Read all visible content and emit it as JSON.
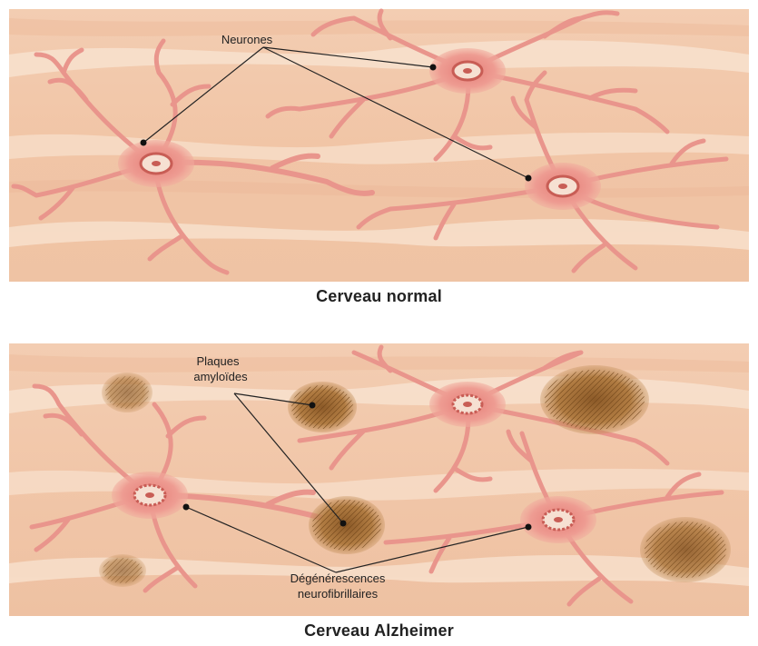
{
  "panels": {
    "normal": {
      "caption": "Cerveau normal",
      "labels": {
        "neurons": "Neurones"
      }
    },
    "alzheimer": {
      "caption": "Cerveau Alzheimer",
      "labels": {
        "plaques_line1": "Plaques",
        "plaques_line2": "amyloïdes",
        "tangles_line1": "Dégénérescences",
        "tangles_line2": "neurofibrillaires"
      }
    }
  },
  "colors": {
    "tissue_base": "#f2c9a7",
    "tissue_light": "#f8e2cf",
    "neuron_body": "#eea49a",
    "neuron_core": "#e17b73",
    "nucleus_ring": "#c45a52",
    "nucleus_center": "#f3d8c9",
    "plaque": "#b07b3f",
    "line": "#222222"
  }
}
